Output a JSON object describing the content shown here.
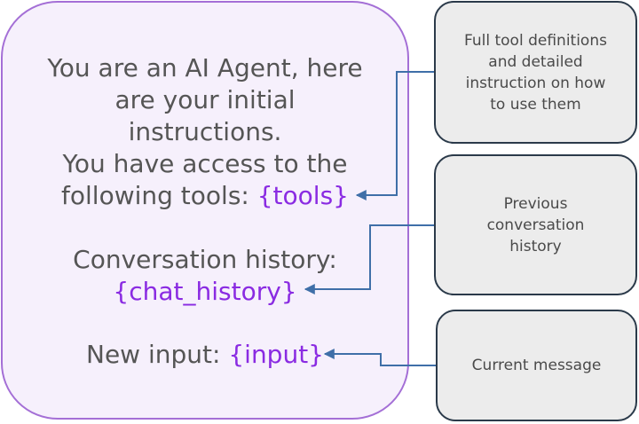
{
  "prompt": {
    "lines": [
      "You are an AI Agent, here",
      "are your initial",
      "instructions.",
      "You have access to the"
    ],
    "tools_prefix": "following tools: ",
    "tools_var": "{tools}",
    "history_label": "Conversation history:",
    "history_var": "{chat_history}",
    "input_prefix": "New input: ",
    "input_var": "{input}"
  },
  "boxes": {
    "tools": {
      "lines": [
        "Full tool definitions",
        "and detailed",
        "instruction on how",
        "to use them"
      ]
    },
    "history": {
      "lines": [
        "Previous",
        "conversation",
        "history"
      ]
    },
    "message": {
      "text": "Current message"
    }
  },
  "colors": {
    "prompt_border": "#a46fd6",
    "prompt_fill": "#f6f0fc",
    "variable_text": "#8a2be2",
    "side_box_border": "#2b3a4a",
    "side_box_fill": "#ececec",
    "connector": "#3f6fa8"
  }
}
